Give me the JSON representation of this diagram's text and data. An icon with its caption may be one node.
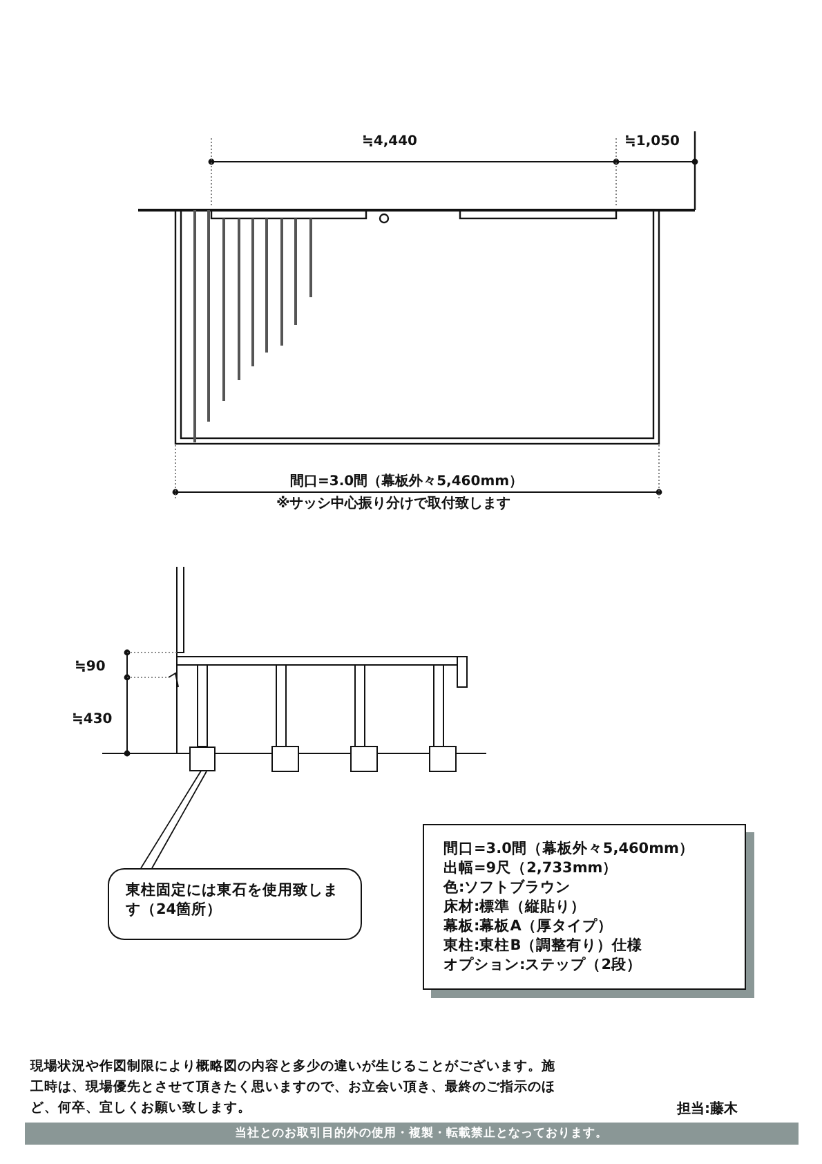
{
  "diagram": {
    "nodes": [
      {
        "text": [
          "間口=3.0間（幕板外々5,460mm）",
          "出幅=9尺（2,733mm）",
          "色:ソフトブラウン",
          "床材:標準（縦貼り）",
          "幕板:幕板A（厚タイプ）",
          "東柱:東柱B（調整有り）仕様",
          "オプション:ステップ（2段）"
        ]
      },
      {
        "text": [
          "東柱固定には東石を使用致します（24箇所）"
        ]
      },
      {
        "text": [],
        "shape": "box"
      }
    ],
    "edges": [
      {
        "from": 1,
        "to": 2,
        "arrow": "none"
      }
    ],
    "labels": [
      "≒4,440",
      "≒1,050",
      "間口=3.0間（幕板外々5,460mm）",
      "※サッシ中心振り分けで取付致します",
      "≒90",
      "≒430",
      "現場状況や作図制限により概略図の内容と多少の違いが生じることがございます。施工時は、現場優先とさせて頂きたく思いますので、お立会い頂き、最終のご指示のほど、何卒、宜しくお願い致します。",
      "担当:藤木",
      "当社とのお取引目的外の使用・複製・転載禁止となっております。"
    ]
  }
}
